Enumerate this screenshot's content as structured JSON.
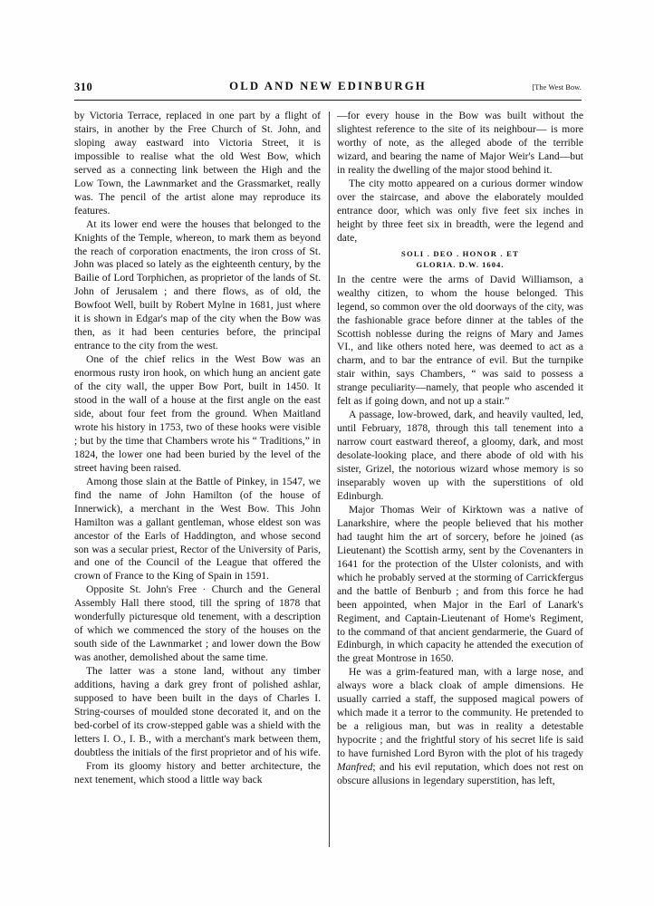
{
  "page": {
    "folio": "310",
    "title": "OLD AND NEW EDINBURGH",
    "folio_note": "[The West Bow."
  },
  "left_column": {
    "paragraphs": [
      "by Victoria Terrace, replaced in one part by a flight of stairs, in another by the Free Church of St. John, and sloping away eastward into Victoria Street, it is impossible to realise what the old West Bow, which served as a connecting link between the High and the Low Town, the Lawnmarket and the Grassmarket, really was. The pencil of the artist alone may reproduce its features.",
      "At its lower end were the houses that belonged to the Knights of the Temple, whereon, to mark them as beyond the reach of corporation enactments, the iron cross of St. John was placed so lately as the eighteenth century, by the Bailie of Lord Torphichen, as proprietor of the lands of St. John of Jerusalem ; and there flows, as of old, the Bowfoot Well, built by Robert Mylne in 1681, just where it is shown in Edgar's map of the city when the Bow was then, as it had been centuries before, the principal entrance to the city from the west.",
      "One of the chief relics in the West Bow was an enormous rusty iron hook, on which hung an ancient gate of the city wall, the upper Bow Port, built in 1450. It stood in the wall of a house at the first angle on the east side, about four feet from the ground. When Maitland wrote his history in 1753, two of these hooks were visible ; but by the time that Chambers wrote his “ Traditions,” in 1824, the lower one had been buried by the level of the street having been raised.",
      "Among those slain at the Battle of Pinkey, in 1547, we find the name of John Hamilton (of the house of Innerwick), a merchant in the West Bow. This John Hamilton was a gallant gentleman, whose eldest son was ancestor of the Earls of Haddington, and whose second son was a secular priest, Rector of the University of Paris, and one of the Council of the League that offered the crown of France to the King of Spain in 1591.",
      "Opposite St. John's Free · Church and the General Assembly Hall there stood, till the spring of 1878 that wonderfully picturesque old tenement, with a description of which we commenced the story of the houses on the south side of the Lawnmarket ; and lower down the Bow was another, demolished about the same time.",
      "The latter was a stone land, without any timber additions, having a dark grey front of polished ashlar, supposed to have been built in the days of Charles I. String-courses of moulded stone decorated it, and on the bed-corbel of its crow-stepped gable was a shield with the letters I. O., I. B., with a merchant's mark between them, doubtless the initials of the first proprietor and of his wife.",
      "From its gloomy history and better architecture, the next tenement, which stood a little way back"
    ]
  },
  "right_column": {
    "paragraph_1": "—for every house in the Bow was built without the slightest reference to the site of its neighbour— is more worthy of note, as the alleged abode of the terrible wizard, and bearing the name of Major Weir's Land—but in reality the dwelling of the major stood behind it.",
    "paragraph_2": "The city motto appeared on a curious dormer window over the staircase, and above the elaborately moulded entrance door, which was only five feet six inches in height by three feet six in breadth, were the legend and date,",
    "inscription": {
      "line1": "Soli . Deo . Honor . Et",
      "line2": "Gloria.   D.W.  1604."
    },
    "paragraphs_after": [
      "In the centre were the arms of David Williamson, a wealthy citizen, to whom the house belonged. This legend, so common over the old doorways of the city, was the fashionable grace before dinner at the tables of the Scottish noblesse during the reigns of Mary and James VI., and like others noted here, was deemed to act as a charm, and to bar the entrance of evil. But the turnpike stair within, says Chambers, “ was said to possess a strange peculiarity—namely, that people who ascended it felt as if going down, and not up a stair.”",
      "A passage, low-browed, dark, and heavily vaulted, led, until February, 1878, through this tall tenement into a narrow court eastward thereof, a gloomy, dark, and most desolate-looking place, and there abode of old with his sister, Grizel, the notorious wizard whose memory is so inseparably woven up with the superstitions of old Edinburgh.",
      "Major Thomas Weir of Kirktown was a native of Lanarkshire, where the people believed that his mother had taught him the art of sorcery, before he joined (as Lieutenant) the Scottish army, sent by the Covenanters in 1641 for the protection of the Ulster colonists, and with which he probably served at the storming of Carrickfergus and the battle of Benburb ; and from this force he had been appointed, when Major in the Earl of Lanark's Regiment, and Captain-Lieutenant of Home's Regiment, to the command of that ancient gendarmerie, the Guard of Edinburgh, in which capacity he attended the execution of the great Montrose in 1650."
    ],
    "final_paragraph": {
      "part_1": "He was a grim-featured man, with a large nose, and always wore a black cloak of ample dimensions. He usually carried a staff, the supposed magical powers of which made it a terror to the community. He pretended to be a religious man, but was in reality a detestable hypocrite ; and the frightful story of his secret life is said to have furnished Lord Byron with the plot of his tragedy ",
      "italic": "Manfred",
      "part_2": "; and his evil reputation, which does not rest on obscure allusions in legendary superstition, has left,"
    }
  }
}
